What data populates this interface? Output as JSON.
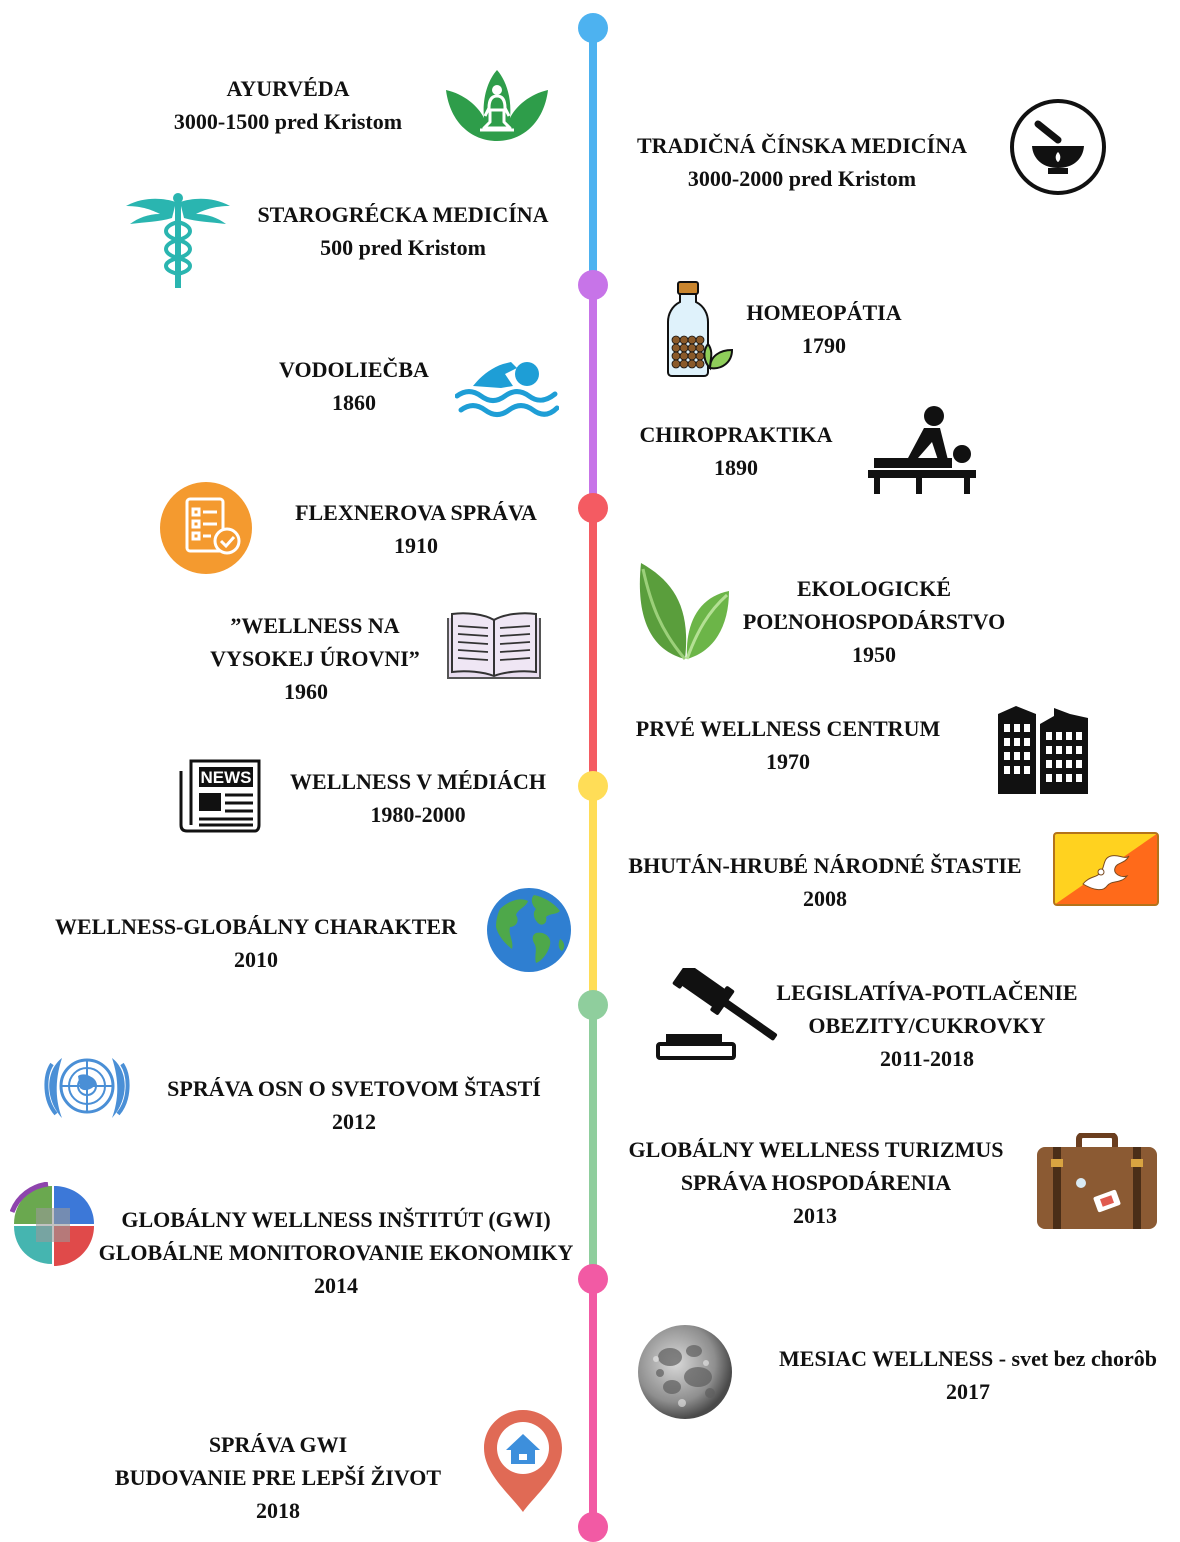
{
  "colors": {
    "segment_blue": "#4db2f0",
    "segment_purple": "#c774e8",
    "segment_red": "#f45b62",
    "segment_yellow": "#ffdd57",
    "segment_green": "#8fce9d",
    "segment_pink": "#f25aa4"
  },
  "events": [
    {
      "title": "AYURVÉDA",
      "date": "3000-1500 pred Kristom",
      "icon": "lotus-meditation-icon"
    },
    {
      "title": "TRADIČNÁ ČÍNSKA MEDICÍNA",
      "date": "3000-2000 pred Kristom",
      "icon": "mortar-pestle-icon"
    },
    {
      "title": "STAROGRÉCKA MEDICÍNA",
      "date": "500 pred Kristom",
      "icon": "caduceus-icon"
    },
    {
      "title": "HOMEOPÁTIA",
      "date": "1790",
      "icon": "pill-bottle-icon"
    },
    {
      "title": "VODOLIEČBA",
      "date": "1860",
      "icon": "swimmer-icon"
    },
    {
      "title": "CHIROPRAKTIKA",
      "date": "1890",
      "icon": "massage-table-icon"
    },
    {
      "title": "FLEXNEROVA SPRÁVA",
      "date": "1910",
      "icon": "checklist-report-icon"
    },
    {
      "title_lines": [
        "EKOLOGICKÉ",
        "POĽNOHOSPODÁRSTVO"
      ],
      "date": "1950",
      "icon": "leaves-icon"
    },
    {
      "title_lines": [
        "”WELLNESS NA",
        "VYSOKEJ ÚROVNI”"
      ],
      "date": "1960",
      "icon": "open-book-icon"
    },
    {
      "title": "PRVÉ WELLNESS CENTRUM",
      "date": "1970",
      "icon": "building-icon"
    },
    {
      "title": "WELLNESS V MÉDIÁCH",
      "date": "1980-2000",
      "icon": "newspaper-icon",
      "icon_text": "NEWS"
    },
    {
      "title": "BHUTÁN-HRUBÉ NÁRODNÉ ŠTASTIE",
      "date": "2008",
      "icon": "bhutan-flag-icon"
    },
    {
      "title": "WELLNESS-GLOBÁLNY CHARAKTER",
      "date": "2010",
      "icon": "globe-icon"
    },
    {
      "title_lines": [
        "LEGISLATÍVA-POTLAČENIE",
        "OBEZITY/CUKROVKY"
      ],
      "date": "2011-2018",
      "icon": "gavel-icon"
    },
    {
      "title": "SPRÁVA OSN O SVETOVOM ŠTASTÍ",
      "date": "2012",
      "icon": "un-emblem-icon"
    },
    {
      "title_lines": [
        "GLOBÁLNY WELLNESS TURIZMUS",
        "SPRÁVA HOSPODÁRENIA"
      ],
      "date": "2013",
      "icon": "suitcase-icon"
    },
    {
      "title_lines": [
        "GLOBÁLNY WELLNESS INŠTITÚT (GWI)",
        "GLOBÁLNE MONITOROVANIE EKONOMIKY"
      ],
      "date": "2014",
      "icon": "gwi-logo-icon"
    },
    {
      "title": "MESIAC WELLNESS - svet bez chorôb",
      "date": "2017",
      "icon": "moon-icon"
    },
    {
      "title_lines": [
        "SPRÁVA GWI",
        "BUDOVANIE PRE LEPŠÍ ŽIVOT"
      ],
      "date": "2018",
      "icon": "home-location-pin-icon"
    }
  ]
}
